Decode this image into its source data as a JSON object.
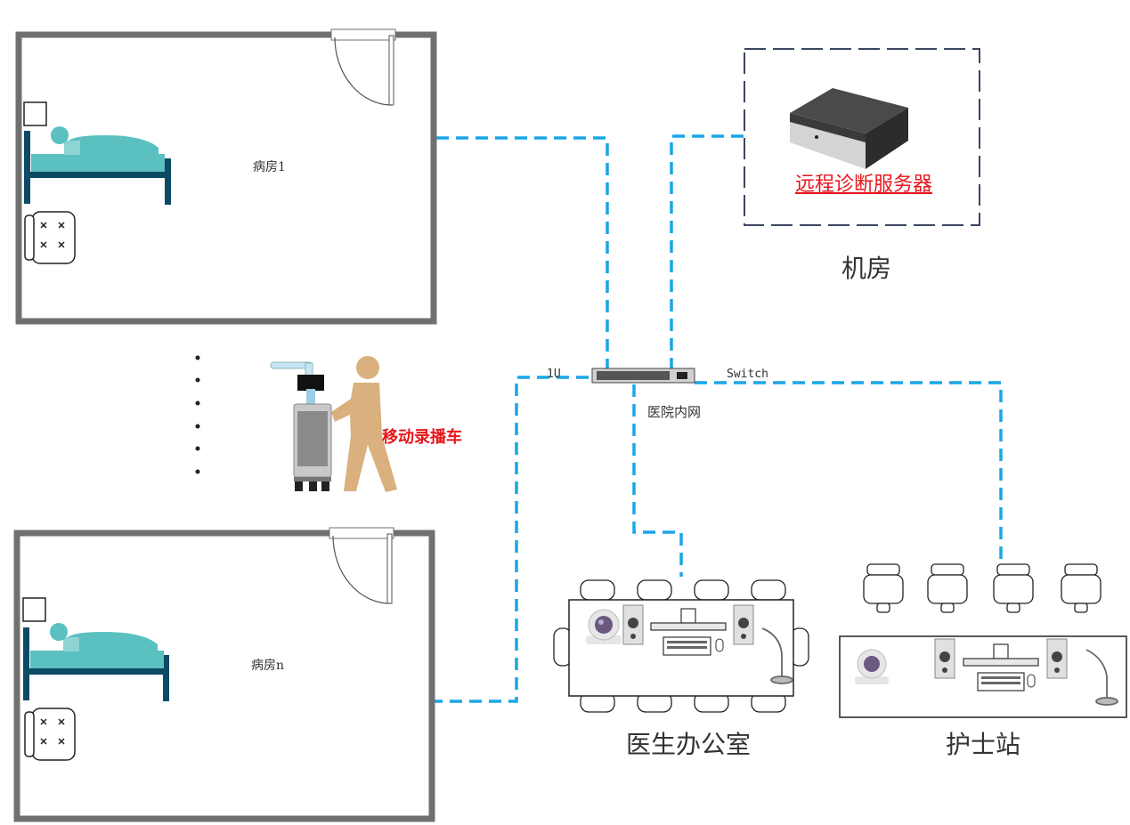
{
  "ward1": {
    "label": "病房1"
  },
  "wardn": {
    "label": "病房n"
  },
  "server": {
    "label": "远程诊断服务器",
    "color": "#e8161b"
  },
  "machine_room": {
    "label": "机房"
  },
  "switch": {
    "left_label": "1U",
    "right_label": "Switch",
    "network_label": "医院内网"
  },
  "cart": {
    "label": "移动录播车",
    "color": "#e8161b"
  },
  "doctor_office": {
    "label": "医生办公室"
  },
  "nurse_station": {
    "label": "护士站"
  },
  "colors": {
    "link": "#1aa6e6",
    "wall": "#707070",
    "bed": "#5bc0c0",
    "bed_frame": "#0d4a66",
    "person": "#d9b07e"
  }
}
